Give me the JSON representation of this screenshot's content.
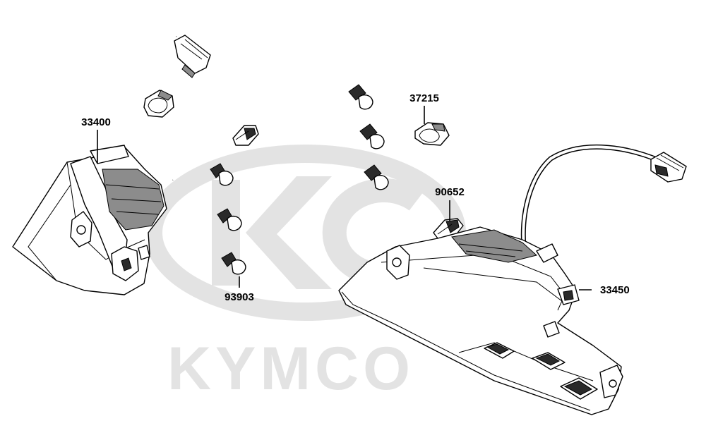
{
  "watermark": {
    "text": "KYMCO",
    "color": "#e3e3e3"
  },
  "parts": {
    "p33400": {
      "label": "33400"
    },
    "p37215": {
      "label": "37215"
    },
    "p90652": {
      "label": "90652"
    },
    "p93903": {
      "label": "93903"
    },
    "p33450": {
      "label": "33450"
    }
  },
  "colors": {
    "line": "#000000",
    "shade": "#8c8c8c",
    "background": "#ffffff"
  }
}
